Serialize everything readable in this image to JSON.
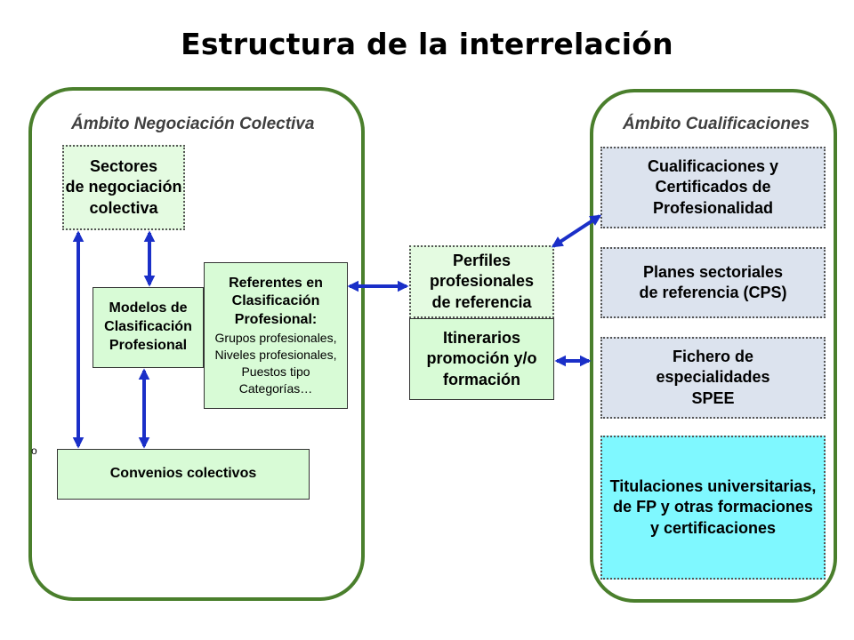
{
  "title": "Estructura de la interrelación",
  "left_panel": {
    "label": "Ámbito Negociación Colectiva",
    "sectores": [
      "Sectores",
      "de negociación",
      "colectiva"
    ],
    "modelos": [
      "Modelos de",
      "Clasificación",
      "Profesional"
    ],
    "referentes_heading": [
      "Referentes en",
      "Clasificación",
      "Profesional:"
    ],
    "referentes_items": [
      "Grupos profesionales,",
      "Niveles profesionales,",
      "Puestos tipo",
      "Categorías…"
    ],
    "convenios": "Convenios colectivos",
    "side_mark": "o"
  },
  "center": {
    "perfiles": [
      "Perfiles",
      "profesionales",
      "de referencia"
    ],
    "itinerarios": [
      "Itinerarios",
      "promoción y/o",
      "formación"
    ]
  },
  "right_panel": {
    "label": "Ámbito Cualificaciones",
    "cualificaciones": [
      "Cualificaciones y",
      "Certificados de",
      "Profesionalidad"
    ],
    "planes": [
      "Planes sectoriales",
      "de referencia (CPS)"
    ],
    "fichero": [
      "Fichero de",
      "especialidades",
      "SPEE"
    ],
    "titulaciones": [
      "Titulaciones universitarias,",
      "de FP y otras formaciones",
      "y certificaciones"
    ]
  },
  "colors": {
    "panel_border": "#4a7f2c",
    "green_box": "#e4fbe1",
    "blue_box": "#dce3ee",
    "cyan_box": "#7ff8ff",
    "arrow": "#1a2fc8"
  }
}
